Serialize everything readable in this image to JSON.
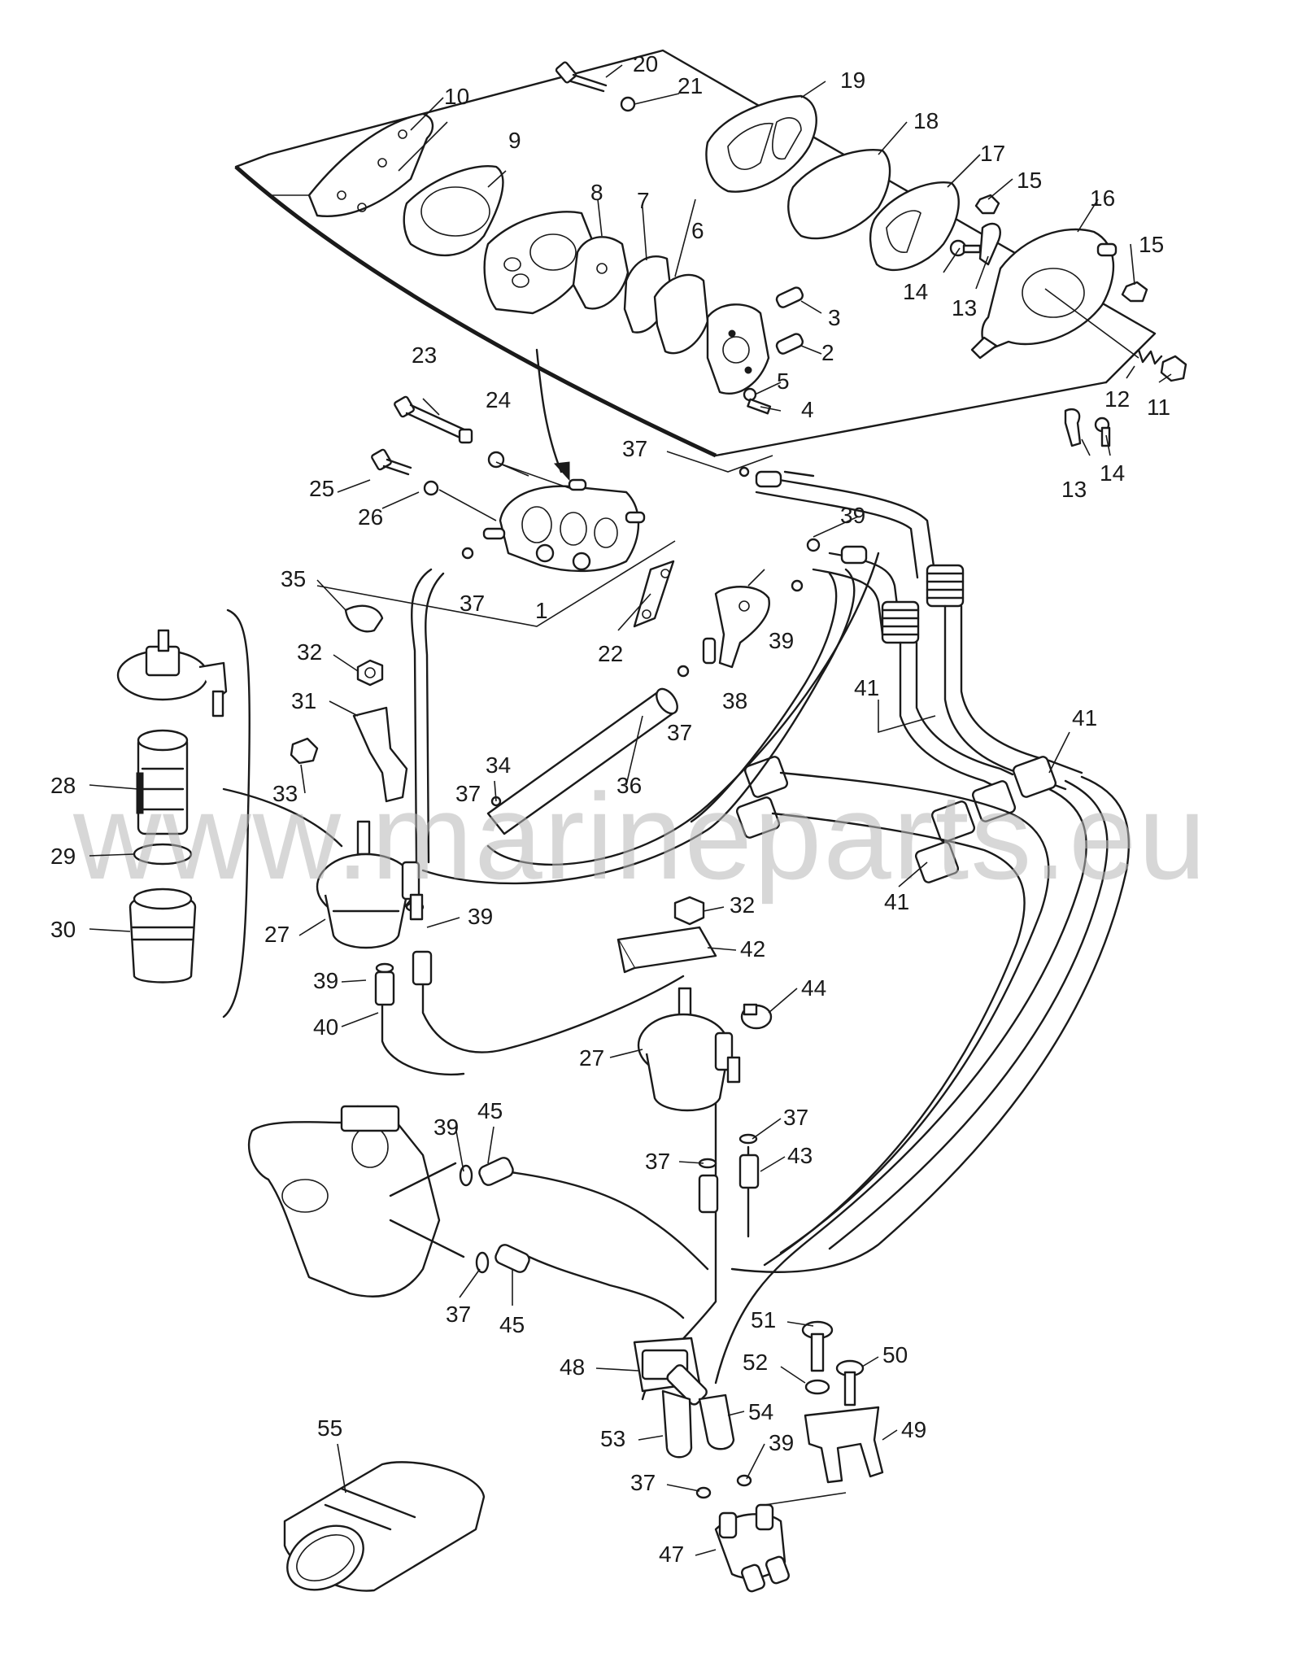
{
  "watermark": "www.marineparts.eu",
  "callouts": {
    "c1": "1",
    "c2": "2",
    "c3": "3",
    "c4": "4",
    "c5": "5",
    "c6": "6",
    "c7": "7",
    "c8": "8",
    "c9": "9",
    "c10": "10",
    "c11": "11",
    "c12": "12",
    "c13a": "13",
    "c13b": "13",
    "c14a": "14",
    "c14b": "14",
    "c15a": "15",
    "c15b": "15",
    "c16": "16",
    "c17": "17",
    "c18": "18",
    "c19": "19",
    "c20": "20",
    "c21": "21",
    "c22": "22",
    "c23": "23",
    "c24": "24",
    "c25": "25",
    "c26": "26",
    "c27a": "27",
    "c27b": "27",
    "c28": "28",
    "c29": "29",
    "c30": "30",
    "c31": "31",
    "c32a": "32",
    "c32b": "32",
    "c33": "33",
    "c34": "34",
    "c35": "35",
    "c36": "36",
    "c37a": "37",
    "c37b": "37",
    "c37c": "37",
    "c37d": "37",
    "c37e": "37",
    "c37f": "37",
    "c37g": "37",
    "c37h": "37",
    "c38": "38",
    "c39a": "39",
    "c39b": "39",
    "c39c": "39",
    "c39d": "39",
    "c39e": "39",
    "c39f": "39",
    "c40": "40",
    "c41a": "41",
    "c41b": "41",
    "c41c": "41",
    "c42": "42",
    "c43": "43",
    "c44": "44",
    "c45a": "45",
    "c45b": "45",
    "c47": "47",
    "c48": "48",
    "c49": "49",
    "c50": "50",
    "c51": "51",
    "c52": "52",
    "c53": "53",
    "c54": "54",
    "c55": "55"
  }
}
